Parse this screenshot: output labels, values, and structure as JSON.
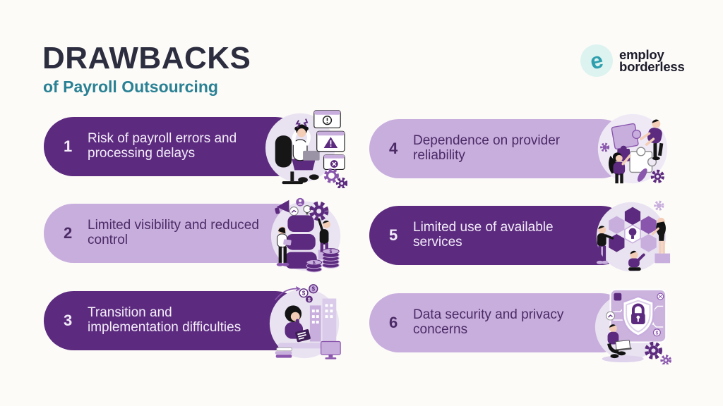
{
  "header": {
    "title": "DRAWBACKS",
    "subtitle": "of Payroll Outsourcing",
    "brand": {
      "line1": "employ",
      "line2": "borderless",
      "icon": "employ-borderless-e-logo"
    }
  },
  "items": [
    {
      "number": "1",
      "label": "Risk of payroll errors and processing delays",
      "variant": "dark",
      "illustration": "stressed-employee-error-popups"
    },
    {
      "number": "2",
      "label": "Limited visibility and reduced control",
      "variant": "light",
      "illustration": "people-with-pillar-and-coin-stacks"
    },
    {
      "number": "3",
      "label": "Transition and implementation difficulties",
      "variant": "dark",
      "illustration": "thinking-person-buildings-monitor"
    },
    {
      "number": "4",
      "label": "Dependence on provider reliability",
      "variant": "light",
      "illustration": "people-assembling-puzzle-pieces"
    },
    {
      "number": "5",
      "label": "Limited use of available services",
      "variant": "dark",
      "illustration": "people-with-hexagons-lightbulb"
    },
    {
      "number": "6",
      "label": "Data security and privacy concerns",
      "variant": "light",
      "illustration": "shield-padlock-circuit-board"
    }
  ],
  "colors": {
    "dark_purple": "#5c2a7e",
    "light_purple": "#c8aedd",
    "text_on_dark": "#f3ecfa",
    "text_on_light": "#4b2a66",
    "title": "#2d2d40",
    "subtitle_teal": "#2a8194",
    "brand_text": "#1c1c2a",
    "brand_teal": "#2f9fae",
    "brand_badge_bg": "#ddf3f0",
    "page_bg": "#fcfbf8"
  }
}
